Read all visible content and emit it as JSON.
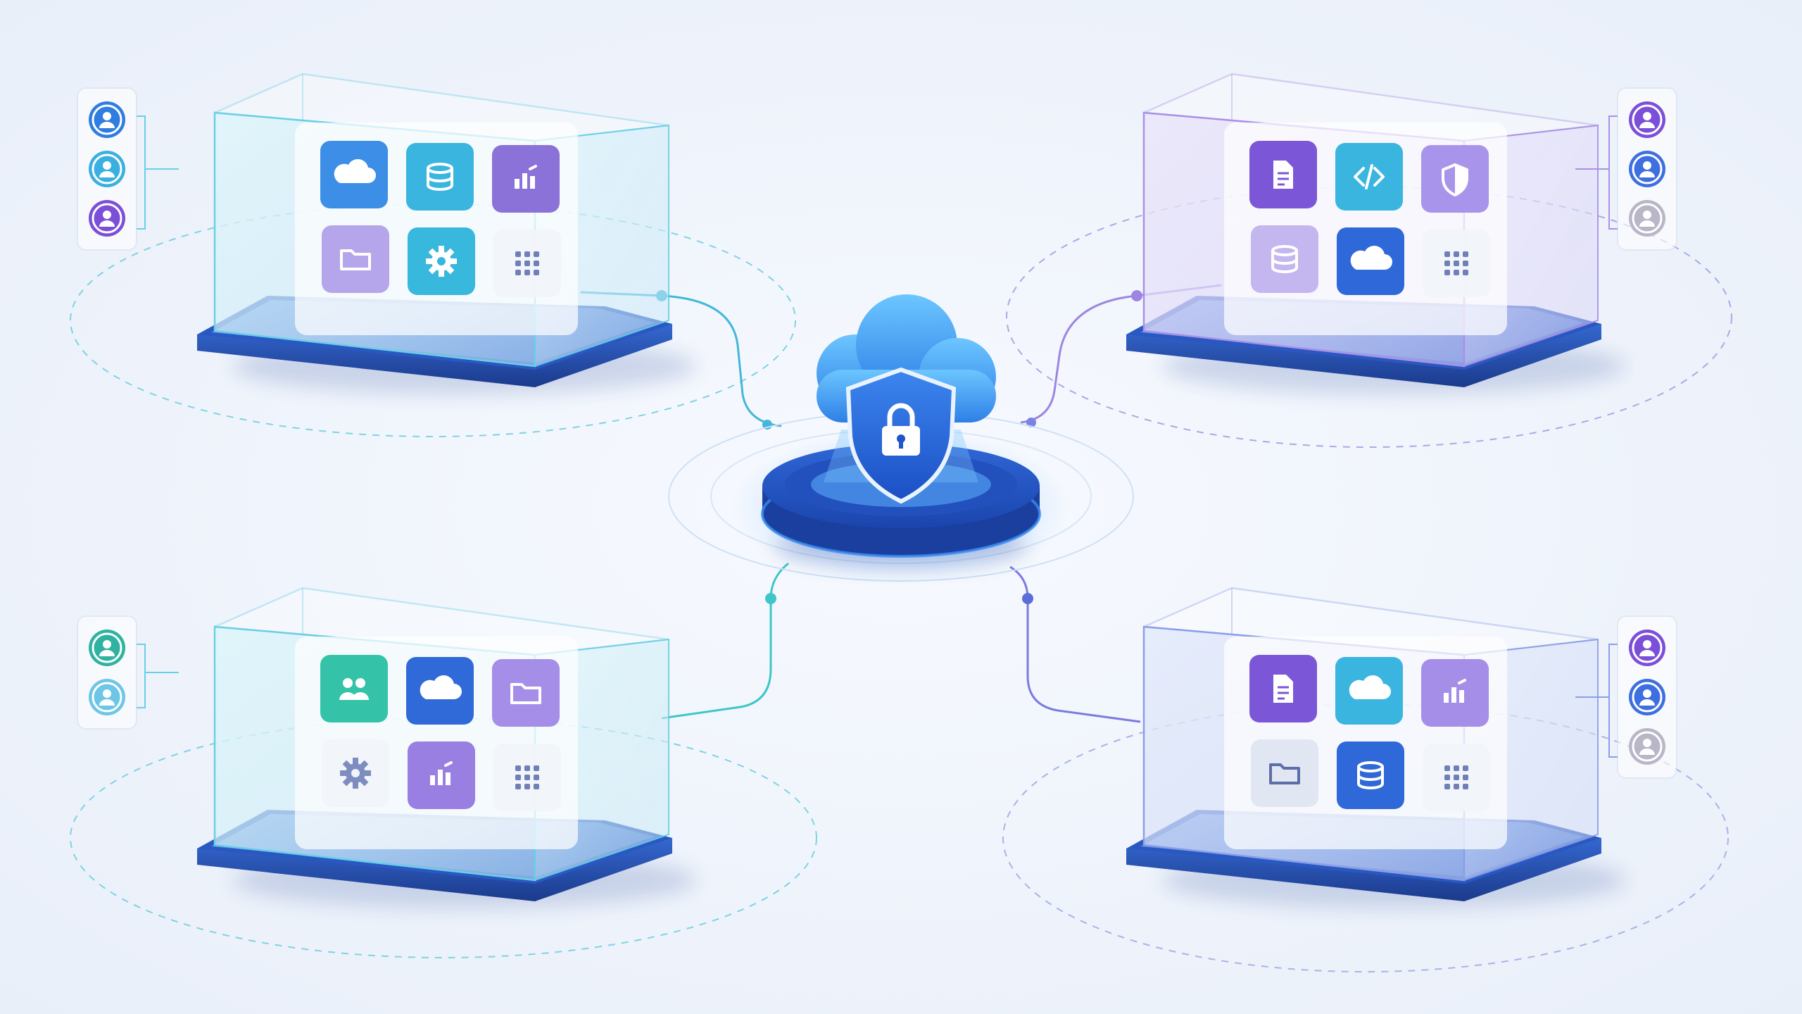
{
  "colors": {
    "background": "#eef3fb",
    "teal": "#3ec6d8",
    "blue": "#2f6fe0",
    "purple": "#8a6fe0",
    "lavender": "#b7a7ee",
    "green": "#2fbf9f",
    "navy": "#1f3f96"
  },
  "hub": {
    "icon": "cloud-shield-lock-icon",
    "connectors": [
      "top-left",
      "top-right",
      "bottom-left",
      "bottom-right"
    ]
  },
  "workspaces": [
    {
      "id": "top-left",
      "accent": "teal",
      "users": [
        {
          "icon": "user-icon",
          "color": "#2f7de1"
        },
        {
          "icon": "user-icon",
          "color": "#3ab0e0"
        },
        {
          "icon": "user-icon",
          "color": "#7b4fd8"
        }
      ],
      "tiles": [
        {
          "icon": "cloud-icon",
          "color": "#3d8ee6"
        },
        {
          "icon": "database-icon",
          "color": "#3ab5e0"
        },
        {
          "icon": "bar-chart-icon",
          "color": "#8a72d8"
        },
        {
          "icon": "folder-icon",
          "color": "#b5a6ec"
        },
        {
          "icon": "gear-icon",
          "color": "#38b8dc"
        },
        {
          "icon": "grid-icon",
          "color": "#f1f4fa"
        }
      ]
    },
    {
      "id": "top-right",
      "accent": "purple",
      "users": [
        {
          "icon": "user-icon",
          "color": "#7b4fd8"
        },
        {
          "icon": "user-icon",
          "color": "#3d6fe0"
        },
        {
          "icon": "user-icon",
          "color": "#b9b6c8"
        }
      ],
      "tiles": [
        {
          "icon": "document-icon",
          "color": "#7b57d8"
        },
        {
          "icon": "code-icon",
          "color": "#3ab5e0"
        },
        {
          "icon": "shield-icon",
          "color": "#a894ea"
        },
        {
          "icon": "database-icon",
          "color": "#c4b7f0"
        },
        {
          "icon": "cloud-icon",
          "color": "#2f68d8"
        },
        {
          "icon": "grid-icon",
          "color": "#f1f4fa"
        }
      ]
    },
    {
      "id": "bottom-left",
      "accent": "green",
      "users": [
        {
          "icon": "user-icon",
          "color": "#2fb3a0"
        },
        {
          "icon": "user-icon",
          "color": "#6ec6e6"
        }
      ],
      "tiles": [
        {
          "icon": "users-icon",
          "color": "#34c3a8"
        },
        {
          "icon": "cloud-icon",
          "color": "#2f6ad8"
        },
        {
          "icon": "folder-icon",
          "color": "#a58ee8"
        },
        {
          "icon": "gear-icon",
          "color": "#f1f4fa"
        },
        {
          "icon": "bar-chart-icon",
          "color": "#9a7fe2"
        },
        {
          "icon": "grid-icon",
          "color": "#f1f4fa"
        }
      ]
    },
    {
      "id": "bottom-right",
      "accent": "blue",
      "users": [
        {
          "icon": "user-icon",
          "color": "#7b4fd8"
        },
        {
          "icon": "user-icon",
          "color": "#3d6fe0"
        },
        {
          "icon": "user-icon",
          "color": "#b9b6c8"
        }
      ],
      "tiles": [
        {
          "icon": "document-icon",
          "color": "#7b57d8"
        },
        {
          "icon": "cloud-icon",
          "color": "#3ab5e0"
        },
        {
          "icon": "bar-chart-icon",
          "color": "#a58ee8"
        },
        {
          "icon": "folder-icon",
          "color": "#dfe5f2"
        },
        {
          "icon": "database-icon",
          "color": "#2f68d8"
        },
        {
          "icon": "grid-icon",
          "color": "#f1f4fa"
        }
      ]
    }
  ]
}
